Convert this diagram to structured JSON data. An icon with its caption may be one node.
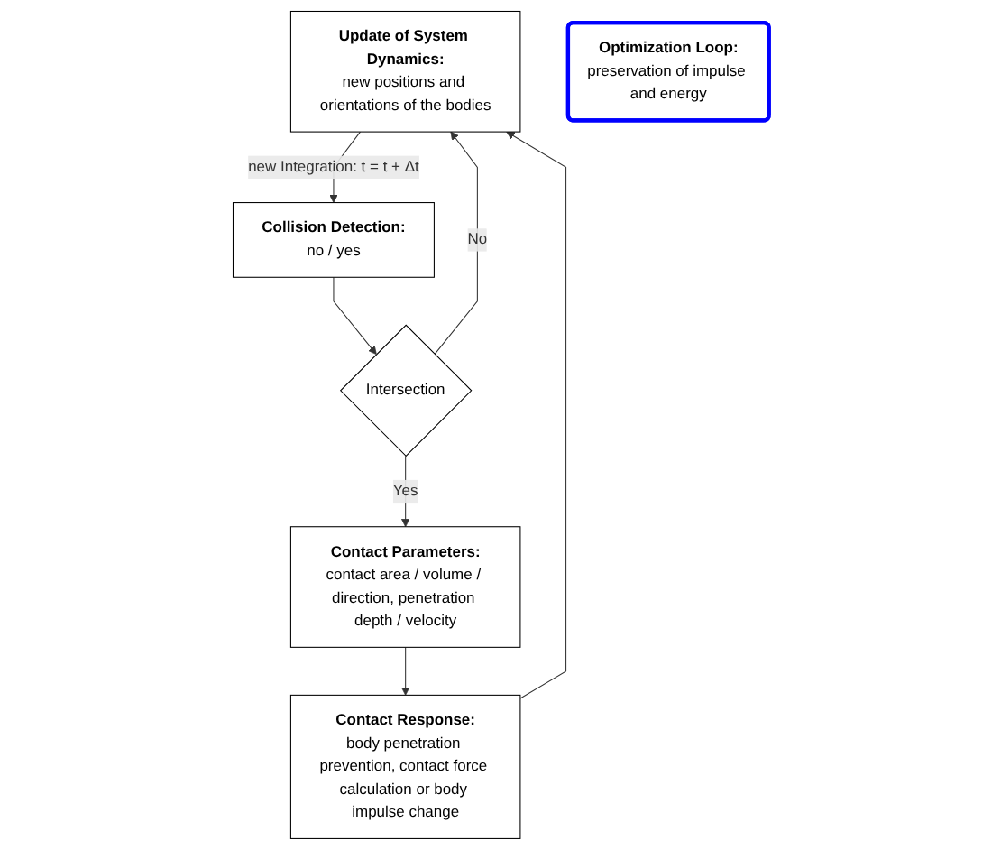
{
  "diagram": {
    "nodes": [
      {
        "text": [
          "Update of System Dynamics:",
          "new positions and orientations of the bodies"
        ]
      },
      {
        "text": [
          "Contact Response:",
          "body penetration prevention, contact force calculation or body impulse change"
        ]
      },
      {
        "text": [
          "Optimization Loop:",
          "preservation of impulse and energy"
        ]
      },
      {
        "text": [
          "Collision Detection:",
          "no / yes"
        ]
      },
      {
        "text": [
          "Contact Parameters:",
          "contact area / volume / direction, penetration depth / velocity"
        ]
      },
      {
        "text": [
          "Intersection"
        ]
      }
    ],
    "edges": [
      {
        "from": 1,
        "to": 0,
        "arrow": "to"
      },
      {
        "from": 0,
        "to": 3,
        "arrow": "to",
        "label": "new Integration: t = t + Δt"
      },
      {
        "from": 3,
        "to": 5,
        "arrow": "to"
      },
      {
        "from": 5,
        "to": 0,
        "arrow": "to",
        "label": "No"
      },
      {
        "from": 5,
        "to": 4,
        "arrow": "to",
        "label": "Yes"
      },
      {
        "from": 4,
        "to": 1,
        "arrow": "to"
      }
    ]
  }
}
